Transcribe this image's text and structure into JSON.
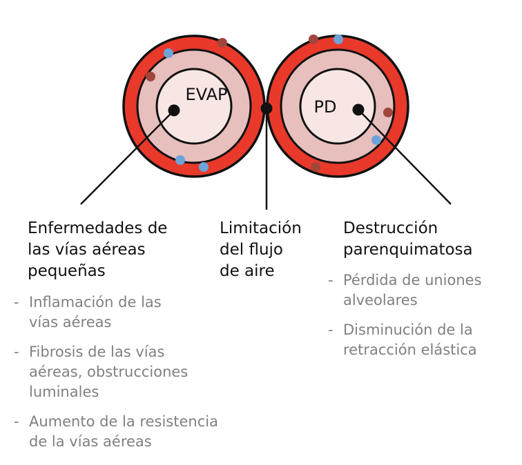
{
  "diagram": {
    "colors": {
      "outer_ring": "#e8392b",
      "outline": "#111111",
      "tissue": "#e7bfbc",
      "lumen": "#f8e6e5",
      "overlap": "#e8392b",
      "dot_brown": "#a1463a",
      "dot_blue": "#6ea3d8",
      "text_dark": "#111111",
      "text_gray": "#808080"
    },
    "left_circle": {
      "label": "EVAP"
    },
    "right_circle": {
      "label": "PD"
    }
  },
  "columns": [
    {
      "heading_lines": [
        "Enfermedades de",
        "las vías aéreas",
        "pequeñas"
      ],
      "items": [
        {
          "dash": "-",
          "lines": [
            "Inflamación de las",
            "vías aéreas"
          ]
        },
        {
          "dash": "-",
          "lines": [
            "Fibrosis de las vías",
            "aéreas, obstrucciones",
            "luminales"
          ]
        },
        {
          "dash": "-",
          "lines": [
            "Aumento de la resistencia",
            "de la vías aéreas"
          ]
        }
      ]
    },
    {
      "heading_lines": [
        "Limitación",
        "del flujo",
        "de aire"
      ],
      "items": []
    },
    {
      "heading_lines": [
        "Destrucción",
        "parenquimatosa"
      ],
      "items": [
        {
          "dash": "-",
          "lines": [
            "Pérdida de uniones",
            "alveolares"
          ]
        },
        {
          "dash": "-",
          "lines": [
            "Disminución de la",
            "retracción elástica"
          ]
        }
      ]
    }
  ]
}
